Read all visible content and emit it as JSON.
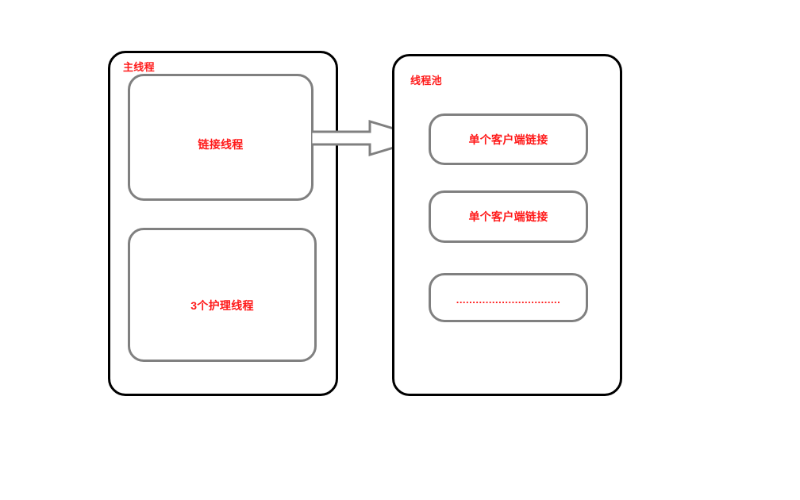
{
  "diagram": {
    "title": "thread-model-diagram",
    "colors": {
      "text_red": "#ff1a1a",
      "outer_border_black": "#000000",
      "inner_border_gray": "#808080",
      "arrow_gray": "#808080",
      "background": "#ffffff"
    },
    "containers": [
      {
        "name": "main-thread",
        "label": "主线程",
        "boxes": [
          {
            "name": "connection-thread",
            "label": "链接线程"
          },
          {
            "name": "worker-threads",
            "label": "3个护理线程"
          }
        ]
      },
      {
        "name": "thread-pool",
        "label": "线程池",
        "boxes": [
          {
            "name": "client-connection-1",
            "label": "单个客户端链接"
          },
          {
            "name": "client-connection-2",
            "label": "单个客户端链接"
          },
          {
            "name": "client-connection-3",
            "label": "................................"
          }
        ]
      }
    ],
    "arrow": {
      "name": "dispatch-arrow",
      "direction": "right",
      "from": "main-thread",
      "to": "thread-pool",
      "label": ""
    }
  }
}
